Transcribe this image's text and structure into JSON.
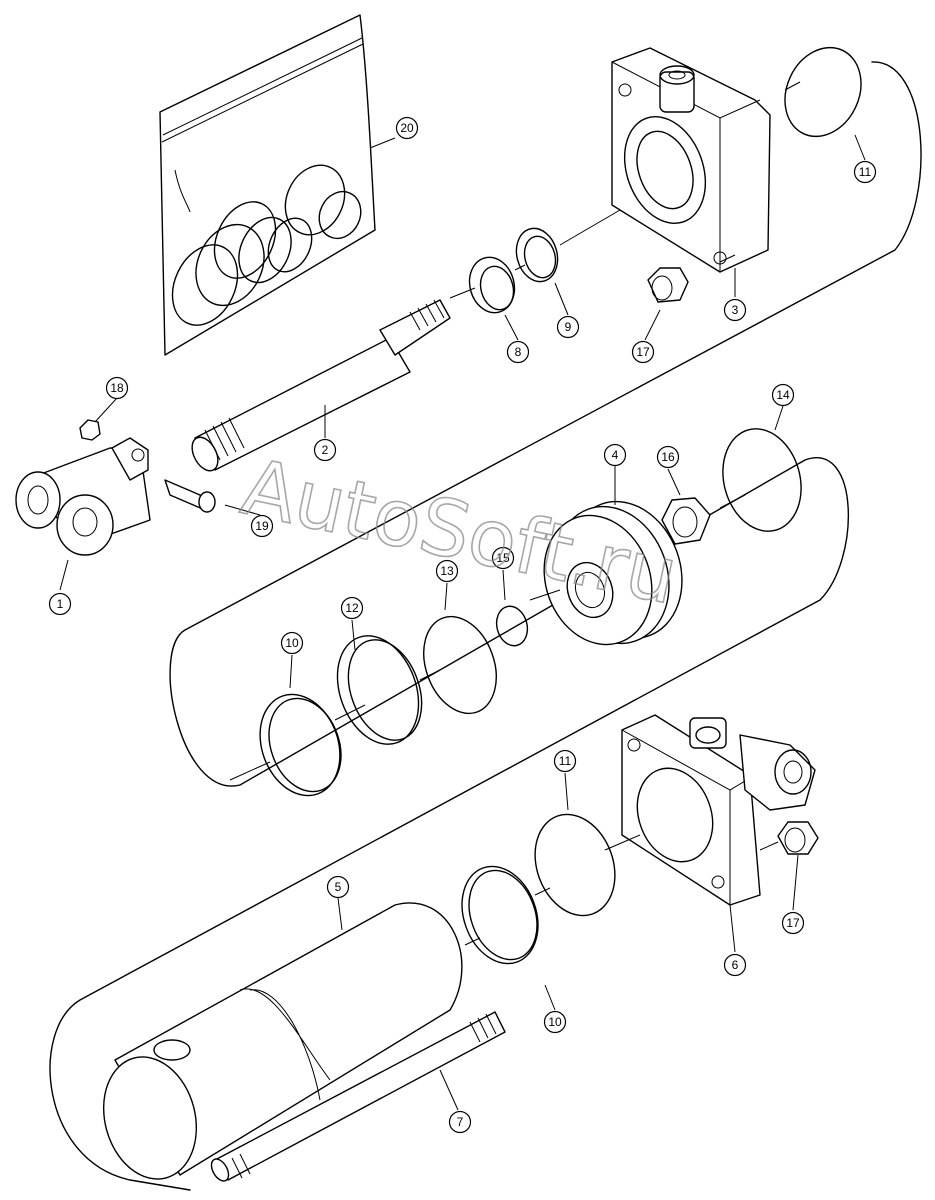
{
  "watermark": "AutoSoft.ru",
  "callouts": [
    {
      "id": "c1",
      "label": "1"
    },
    {
      "id": "c2",
      "label": "2"
    },
    {
      "id": "c3",
      "label": "3"
    },
    {
      "id": "c4",
      "label": "4"
    },
    {
      "id": "c5",
      "label": "5"
    },
    {
      "id": "c6",
      "label": "6"
    },
    {
      "id": "c7",
      "label": "7"
    },
    {
      "id": "c8",
      "label": "8"
    },
    {
      "id": "c9",
      "label": "9"
    },
    {
      "id": "c10a",
      "label": "10"
    },
    {
      "id": "c10b",
      "label": "10"
    },
    {
      "id": "c11a",
      "label": "11"
    },
    {
      "id": "c11b",
      "label": "11"
    },
    {
      "id": "c12",
      "label": "12"
    },
    {
      "id": "c13",
      "label": "13"
    },
    {
      "id": "c14",
      "label": "14"
    },
    {
      "id": "c15",
      "label": "15"
    },
    {
      "id": "c16",
      "label": "16"
    },
    {
      "id": "c17a",
      "label": "17"
    },
    {
      "id": "c17b",
      "label": "17"
    },
    {
      "id": "c18",
      "label": "18"
    },
    {
      "id": "c19",
      "label": "19"
    },
    {
      "id": "c20",
      "label": "20"
    }
  ]
}
